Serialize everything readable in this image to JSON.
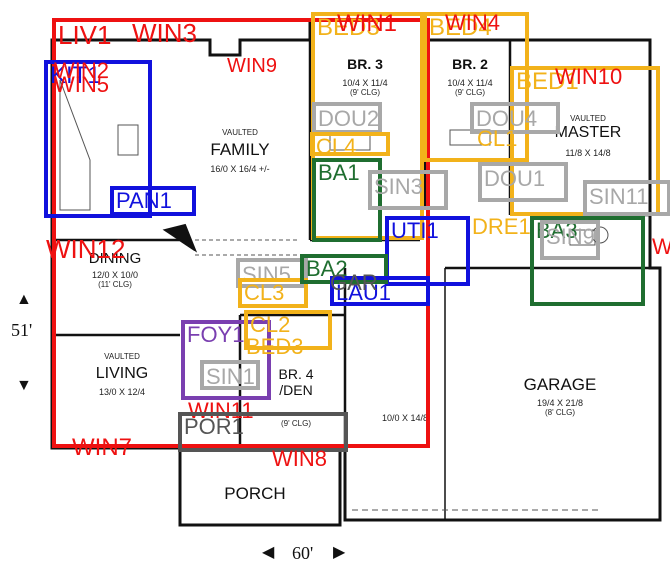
{
  "colors": {
    "red": "#ee1111",
    "blue": "#1111dd",
    "orange": "#f2b21a",
    "purple": "#7a3fb0",
    "green": "#1f6e30",
    "gray": "#a8a8a8",
    "dark": "#555555",
    "wall": "#111111"
  },
  "rooms": {
    "br3": {
      "name": "BR. 3",
      "dim": "10/4 X 11/4",
      "clg": "(9' CLG)"
    },
    "br2": {
      "name": "BR. 2",
      "dim": "10/4 X 11/4",
      "clg": "(9' CLG)"
    },
    "family": {
      "vaulted": "VAULTED",
      "name": "FAMILY",
      "dim": "16/0 X 16/4 +/-"
    },
    "master": {
      "vaulted": "VAULTED",
      "name": "MASTER",
      "dim": "11/8 X 14/8"
    },
    "dining": {
      "name": "DINING",
      "dim": "12/0 X 10/0",
      "clg": "(11' CLG)"
    },
    "living": {
      "vaulted": "VAULTED",
      "name": "LIVING",
      "dim": "13/0 X 12/4"
    },
    "br4": {
      "name": "BR. 4",
      "name2": "/DEN",
      "clg": "(9' CLG)"
    },
    "garage": {
      "name": "GARAGE",
      "dim": "19/4 X 21/8",
      "clg": "(8' CLG)"
    },
    "garage_left_dim": "10/0 X 14/8",
    "porch": {
      "name": "PORCH"
    }
  },
  "dimensions": {
    "left": "51'",
    "bottom": "60'"
  },
  "annotations": [
    {
      "text": "LIV1",
      "color": "red"
    },
    {
      "text": "WIN3",
      "color": "red"
    },
    {
      "text": "KIT1",
      "color": "blue"
    },
    {
      "text": "WIN2",
      "color": "red"
    },
    {
      "text": "WIN5",
      "color": "red"
    },
    {
      "text": "WIN9",
      "color": "red"
    },
    {
      "text": "BED3",
      "color": "orange"
    },
    {
      "text": "WIN1",
      "color": "red"
    },
    {
      "text": "BED4",
      "color": "orange"
    },
    {
      "text": "WIN4",
      "color": "red"
    },
    {
      "text": "BED1",
      "color": "orange"
    },
    {
      "text": "WIN10",
      "color": "red"
    },
    {
      "text": "DOU2",
      "color": "gray"
    },
    {
      "text": "DOU4",
      "color": "gray"
    },
    {
      "text": "CL4",
      "color": "orange"
    },
    {
      "text": "CL1",
      "color": "orange"
    },
    {
      "text": "BA1",
      "color": "green"
    },
    {
      "text": "SIN3",
      "color": "gray"
    },
    {
      "text": "DOU1",
      "color": "gray"
    },
    {
      "text": "SIN11",
      "color": "gray"
    },
    {
      "text": "PAN1",
      "color": "blue"
    },
    {
      "text": "UTI1",
      "color": "blue"
    },
    {
      "text": "DRE1",
      "color": "orange"
    },
    {
      "text": "BA3",
      "color": "green"
    },
    {
      "text": "WIN12",
      "color": "red"
    },
    {
      "text": "W",
      "color": "red"
    },
    {
      "text": "SIN9",
      "color": "gray"
    },
    {
      "text": "SIN5",
      "color": "gray"
    },
    {
      "text": "CL3",
      "color": "orange"
    },
    {
      "text": "BA2",
      "color": "green"
    },
    {
      "text": "LAU1",
      "color": "blue"
    },
    {
      "text": "GAR",
      "color": "dark"
    },
    {
      "text": "FOY1",
      "color": "purple"
    },
    {
      "text": "CL2",
      "color": "orange"
    },
    {
      "text": "BED3",
      "color": "orange"
    },
    {
      "text": "SIN1",
      "color": "gray"
    },
    {
      "text": "WIN11",
      "color": "red"
    },
    {
      "text": "POR1",
      "color": "dark"
    },
    {
      "text": "WIN7",
      "color": "red"
    },
    {
      "text": "WIN8",
      "color": "red"
    }
  ]
}
